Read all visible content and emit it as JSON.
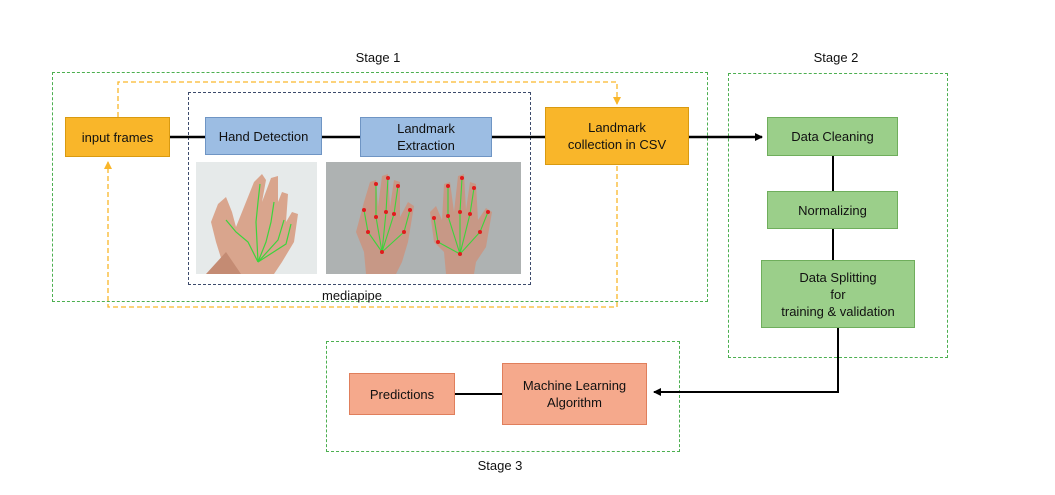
{
  "stages": {
    "stage1": "Stage 1",
    "stage2": "Stage 2",
    "stage3": "Stage 3"
  },
  "mediapipe_label": "mediapipe",
  "nodes": {
    "input_frames": "input frames",
    "hand_detection": "Hand Detection",
    "landmark_extraction": "Landmark\nExtraction",
    "landmark_collection": "Landmark\ncollection in CSV",
    "data_cleaning": "Data Cleaning",
    "normalizing": "Normalizing",
    "data_splitting": "Data Splitting\nfor\ntraining & validation",
    "ml_algorithm": "Machine Learning\nAlgorithm",
    "predictions": "Predictions"
  },
  "colors": {
    "stage_border": "#4caf50",
    "mediapipe_border": "#3c4a6b",
    "loop_arrow": "#f9b62a",
    "orange_node": "#f9b62a",
    "blue_node": "#9cbde3",
    "green_node": "#9bcf8a",
    "salmon_node": "#f5a98c"
  }
}
